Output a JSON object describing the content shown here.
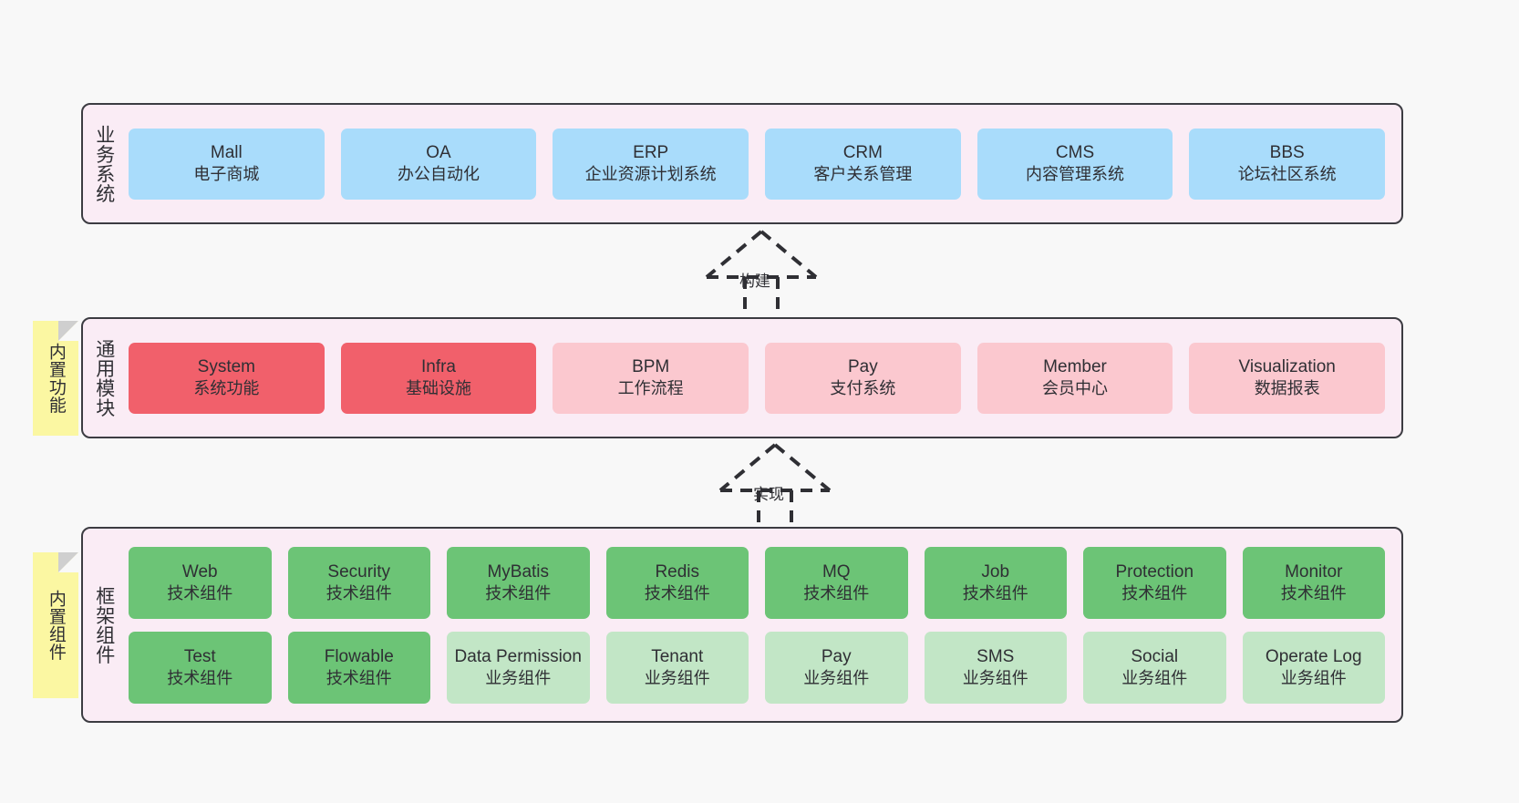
{
  "diagram": {
    "title": "",
    "background_color": "#f8f8f8",
    "panel_color": "#faecf5",
    "panel_border_color": "#3c3c42",
    "sticky_color": "#fbf7a2",
    "colors": {
      "blue": "#a9dcfb",
      "red": "#f1606b",
      "pink": "#fbc8cf",
      "green": "#6cc476",
      "light_green": "#c2e6c6"
    }
  },
  "layers": [
    {
      "id": "business",
      "title": "业务系统",
      "sticky": null,
      "rows": [
        {
          "nodes": [
            {
              "en": "Mall",
              "cn": "电子商城",
              "color": "blue"
            },
            {
              "en": "OA",
              "cn": "办公自动化",
              "color": "blue"
            },
            {
              "en": "ERP",
              "cn": "企业资源计划系统",
              "color": "blue"
            },
            {
              "en": "CRM",
              "cn": "客户关系管理",
              "color": "blue"
            },
            {
              "en": "CMS",
              "cn": "内容管理系统",
              "color": "blue"
            },
            {
              "en": "BBS",
              "cn": "论坛社区系统",
              "color": "blue"
            }
          ]
        }
      ]
    },
    {
      "id": "common",
      "title": "通用模块",
      "sticky": "内置功能",
      "rows": [
        {
          "nodes": [
            {
              "en": "System",
              "cn": "系统功能",
              "color": "red"
            },
            {
              "en": "Infra",
              "cn": "基础设施",
              "color": "red"
            },
            {
              "en": "BPM",
              "cn": "工作流程",
              "color": "pink"
            },
            {
              "en": "Pay",
              "cn": "支付系统",
              "color": "pink"
            },
            {
              "en": "Member",
              "cn": "会员中心",
              "color": "pink"
            },
            {
              "en": "Visualization",
              "cn": "数据报表",
              "color": "pink"
            }
          ]
        }
      ]
    },
    {
      "id": "frame",
      "title": "框架组件",
      "sticky": "内置组件",
      "rows": [
        {
          "nodes": [
            {
              "en": "Web",
              "cn": "技术组件",
              "color": "green"
            },
            {
              "en": "Security",
              "cn": "技术组件",
              "color": "green"
            },
            {
              "en": "MyBatis",
              "cn": "技术组件",
              "color": "green"
            },
            {
              "en": "Redis",
              "cn": "技术组件",
              "color": "green"
            },
            {
              "en": "MQ",
              "cn": "技术组件",
              "color": "green"
            },
            {
              "en": "Job",
              "cn": "技术组件",
              "color": "green"
            },
            {
              "en": "Protection",
              "cn": "技术组件",
              "color": "green"
            },
            {
              "en": "Monitor",
              "cn": "技术组件",
              "color": "green"
            }
          ]
        },
        {
          "nodes": [
            {
              "en": "Test",
              "cn": "技术组件",
              "color": "green"
            },
            {
              "en": "Flowable",
              "cn": "技术组件",
              "color": "green"
            },
            {
              "en": "Data Permission",
              "cn": "业务组件",
              "color": "light_green"
            },
            {
              "en": "Tenant",
              "cn": "业务组件",
              "color": "light_green"
            },
            {
              "en": "Pay",
              "cn": "业务组件",
              "color": "light_green"
            },
            {
              "en": "SMS",
              "cn": "业务组件",
              "color": "light_green"
            },
            {
              "en": "Social",
              "cn": "业务组件",
              "color": "light_green"
            },
            {
              "en": "Operate Log",
              "cn": "业务组件",
              "color": "light_green"
            }
          ]
        }
      ]
    }
  ],
  "connectors": [
    {
      "id": "build",
      "label": "构建",
      "style": "dashed-generalization",
      "direction": "up",
      "from": "common",
      "to": "business"
    },
    {
      "id": "realize",
      "label": "实现",
      "style": "dashed-generalization",
      "direction": "up",
      "from": "frame",
      "to": "common"
    }
  ]
}
